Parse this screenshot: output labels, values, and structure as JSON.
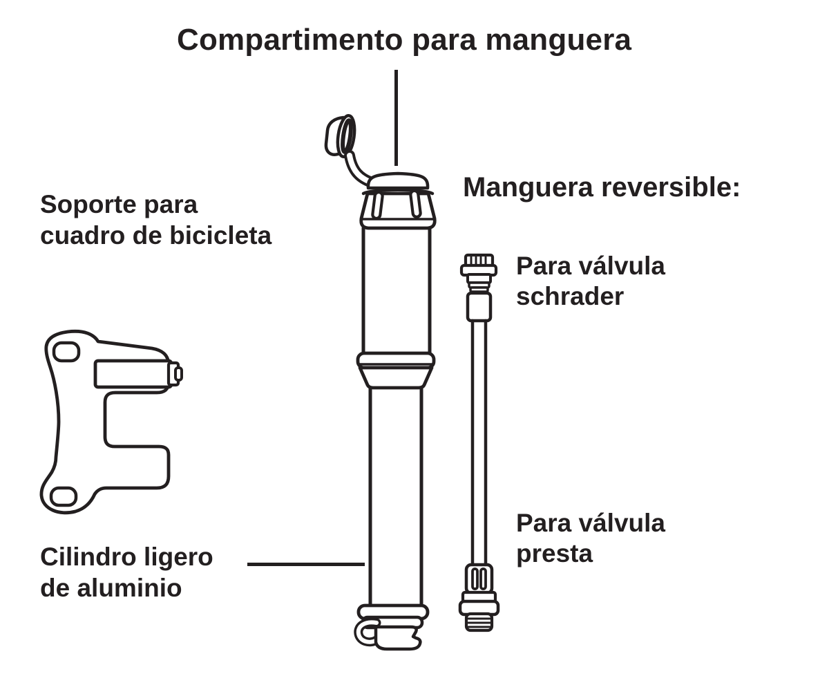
{
  "page": {
    "background": "#ffffff",
    "ink": "#231f20"
  },
  "diagram": {
    "title": "Compartimento para manguera",
    "labels": {
      "frame_mount": {
        "line1": "Soporte para",
        "line2": "cuadro de bicicleta"
      },
      "hose_heading": "Manguera reversible:",
      "schrader": {
        "line1": "Para válvula",
        "line2": "schrader"
      },
      "presta": {
        "line1": "Para válvula",
        "line2": "presta"
      },
      "cylinder": {
        "line1": "Cilindro ligero",
        "line2": "de aluminio"
      }
    },
    "figures": {
      "pump": "mini-bicycle-pump",
      "bracket": "bike-frame-mount-bracket",
      "hose": "reversible-hose"
    }
  }
}
